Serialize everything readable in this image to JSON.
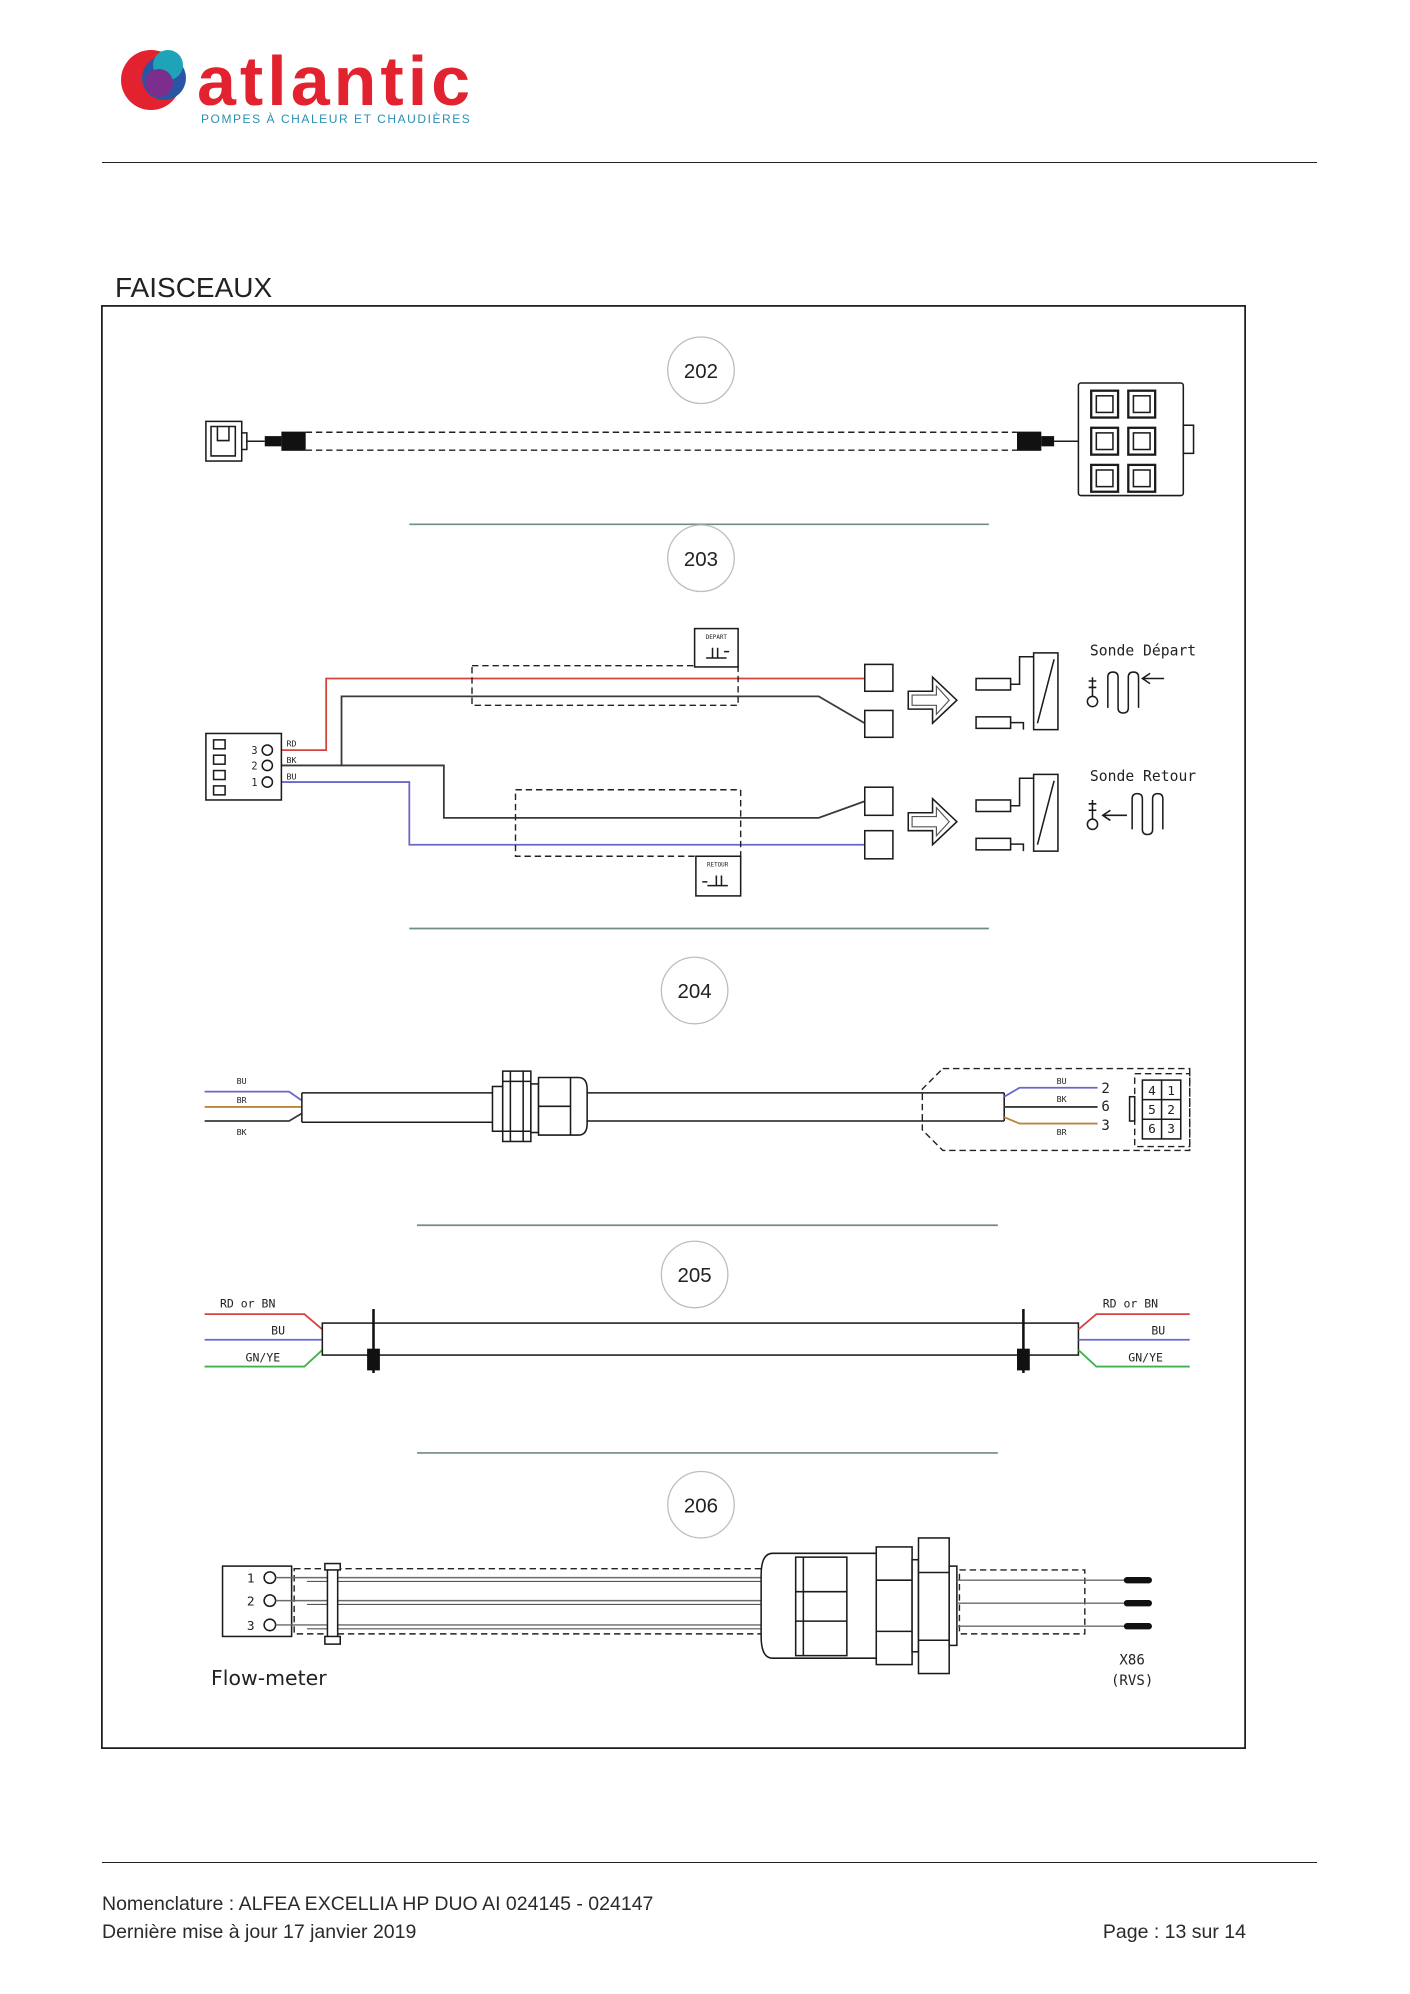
{
  "header": {
    "brand": "atlantic",
    "tagline": "POMPES À CHALEUR ET CHAUDIÈRES",
    "logo_icon": "atlantic-logo-icon"
  },
  "section_title": "FAISCEAUX",
  "harness_202": {
    "ref": "202"
  },
  "harness_203": {
    "ref": "203",
    "tag_depart": "DEPART",
    "tag_retour": "RETOUR",
    "pins": [
      "3",
      "2",
      "1"
    ],
    "wires": [
      "RD",
      "BK",
      "BU"
    ],
    "sensor_depart": "Sonde Départ",
    "sensor_retour": "Sonde Retour"
  },
  "harness_204": {
    "ref": "204",
    "left_wires": [
      "BU",
      "BR",
      "BK"
    ],
    "right_wires": [
      "BU",
      "BK",
      "BR"
    ],
    "right_pins": [
      "2",
      "6",
      "3"
    ],
    "connector_cells": [
      "4",
      "1",
      "5",
      "2",
      "6",
      "3"
    ]
  },
  "harness_205": {
    "ref": "205",
    "left_wires": [
      "RD or BN",
      "BU",
      "GN/YE"
    ],
    "right_wires": [
      "RD or BN",
      "BU",
      "GN/YE"
    ]
  },
  "harness_206": {
    "ref": "206",
    "pins": [
      "1",
      "2",
      "3"
    ],
    "device": "Flow-meter",
    "terminal": "X86",
    "terminal_sub": "(RVS)"
  },
  "footer": {
    "nomenclature": "Nomenclature : ALFEA EXCELLIA HP DUO AI 024145 - 024147",
    "updated": "Dernière mise à jour 17 janvier 2019",
    "page": "Page : 13 sur 14"
  },
  "colors": {
    "brand_red": "#e2232f",
    "brand_teal": "#2b8fb3",
    "wire_red": "#d5443f",
    "wire_blue": "#6b66c9",
    "wire_brown": "#b8863d",
    "wire_green": "#3fb24a",
    "wire_black": "#3a3a3a",
    "separator": "#6f8c86"
  }
}
